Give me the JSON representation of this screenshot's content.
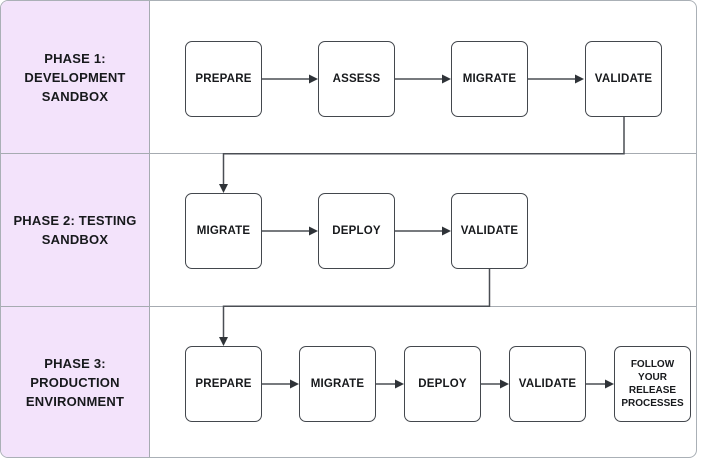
{
  "diagram": {
    "type": "swimlane-flowchart",
    "colors": {
      "lane_label_bg": "#F3E3FB",
      "canvas_border": "#AAB0B6",
      "lane_divider": "#A6ABB1",
      "node_border": "#43474D",
      "connector": "#4A4E54",
      "arrowhead": "#2F3338",
      "text": "#17191C",
      "node_bg": "#FFFFFF"
    },
    "lanes": [
      {
        "label": "PHASE 1: DEVELOPMENT SANDBOX",
        "label_lines": [
          "PHASE 1:",
          "DEVELOPMENT",
          "SANDBOX"
        ],
        "nodes": [
          {
            "label": "PREPARE"
          },
          {
            "label": "ASSESS"
          },
          {
            "label": "MIGRATE"
          },
          {
            "label": "VALIDATE"
          }
        ]
      },
      {
        "label": "PHASE 2: TESTING SANDBOX",
        "label_lines": [
          "PHASE 2: TESTING",
          "SANDBOX"
        ],
        "nodes": [
          {
            "label": "MIGRATE"
          },
          {
            "label": "DEPLOY"
          },
          {
            "label": "VALIDATE"
          }
        ]
      },
      {
        "label": "PHASE 3: PRODUCTION ENVIRONMENT",
        "label_lines": [
          "PHASE 3:",
          "PRODUCTION",
          "ENVIRONMENT"
        ],
        "nodes": [
          {
            "label": "PREPARE"
          },
          {
            "label": "MIGRATE"
          },
          {
            "label": "DEPLOY"
          },
          {
            "label": "VALIDATE"
          },
          {
            "label": "FOLLOW YOUR RELEASE PROCESSES"
          }
        ]
      }
    ],
    "flow": [
      "Phase 1: Prepare -> Assess -> Migrate -> Validate",
      "Phase 1 Validate -> Phase 2 Migrate",
      "Phase 2: Migrate -> Deploy -> Validate",
      "Phase 2 Validate -> Phase 3 Prepare",
      "Phase 3: Prepare -> Migrate -> Deploy -> Validate -> Follow Your Release Processes"
    ]
  }
}
